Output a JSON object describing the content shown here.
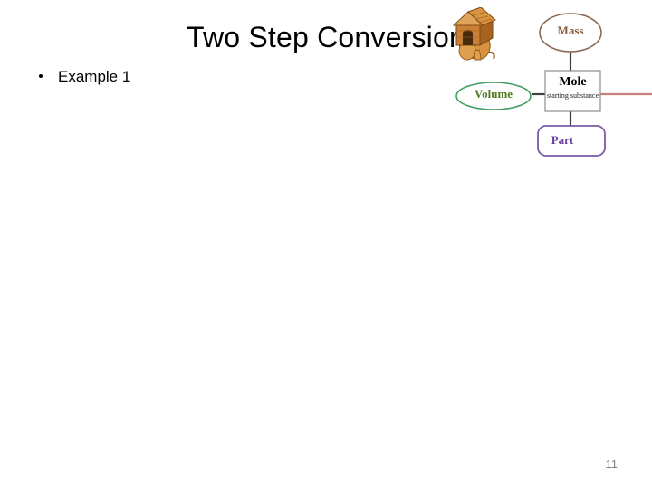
{
  "slide": {
    "title": "Two Step Conversion",
    "page_number": "11",
    "background_color": "#ffffff"
  },
  "body": {
    "bullets": [
      {
        "text": "Example 1",
        "marker": "bullet-dot"
      }
    ]
  },
  "concept_map": {
    "center_node": {
      "label": "Mole",
      "sublabel": "starting substance",
      "shape": "rectangle",
      "border_color": "#808080",
      "text_color": "#000000"
    },
    "nodes": [
      {
        "label": "Mass",
        "shape": "ellipse",
        "border_color": "#8a6a55",
        "text_color": "#8a5a3c",
        "position": "top"
      },
      {
        "label": "Volume",
        "shape": "ellipse",
        "border_color": "#3f9e63",
        "text_color": "#4f7a1f",
        "position": "left"
      },
      {
        "label": "Part",
        "shape": "rounded-rectangle",
        "border_color": "#7a5ba6",
        "text_color": "#6a3fa0",
        "position": "bottom"
      }
    ],
    "connectors": [
      {
        "from": "Mole",
        "to": "Mass",
        "color": "#404040"
      },
      {
        "from": "Mole",
        "to": "Volume",
        "color": "#404040"
      },
      {
        "from": "Mole",
        "to": "Part",
        "color": "#404040"
      },
      {
        "from": "Mole",
        "to": "right-edge",
        "color": "#c97f7f"
      }
    ],
    "clipart": [
      {
        "name": "dog-clipart",
        "description": "sitting cartoon dog"
      },
      {
        "name": "doghouse-clipart",
        "description": "wooden doghouse"
      }
    ]
  }
}
